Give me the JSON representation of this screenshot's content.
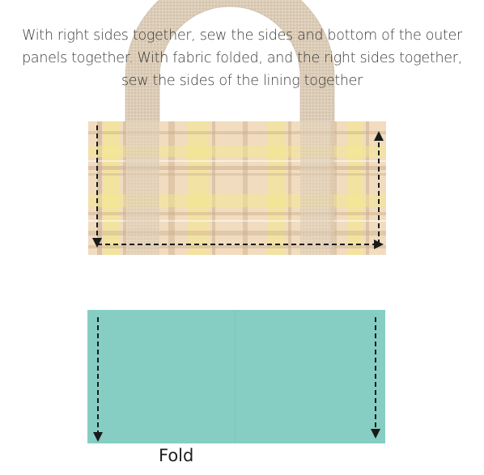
{
  "instructions": {
    "line1": "With right sides together, sew the sides and bottom of the outer",
    "line2": "panels together. With fabric folded, and the right sides together,",
    "line3": "sew the sides of the lining together"
  },
  "fold_label": "Fold",
  "colors": {
    "plaid_base": "#f1dcc0",
    "plaid_stripe_tan": "#c9ac8c",
    "plaid_stripe_yellow": "#f3e88a",
    "handle": "#d9c9b3",
    "lining": "#86cdc3",
    "stitch": "#1a1a1a",
    "text": "#3a3a3a"
  }
}
